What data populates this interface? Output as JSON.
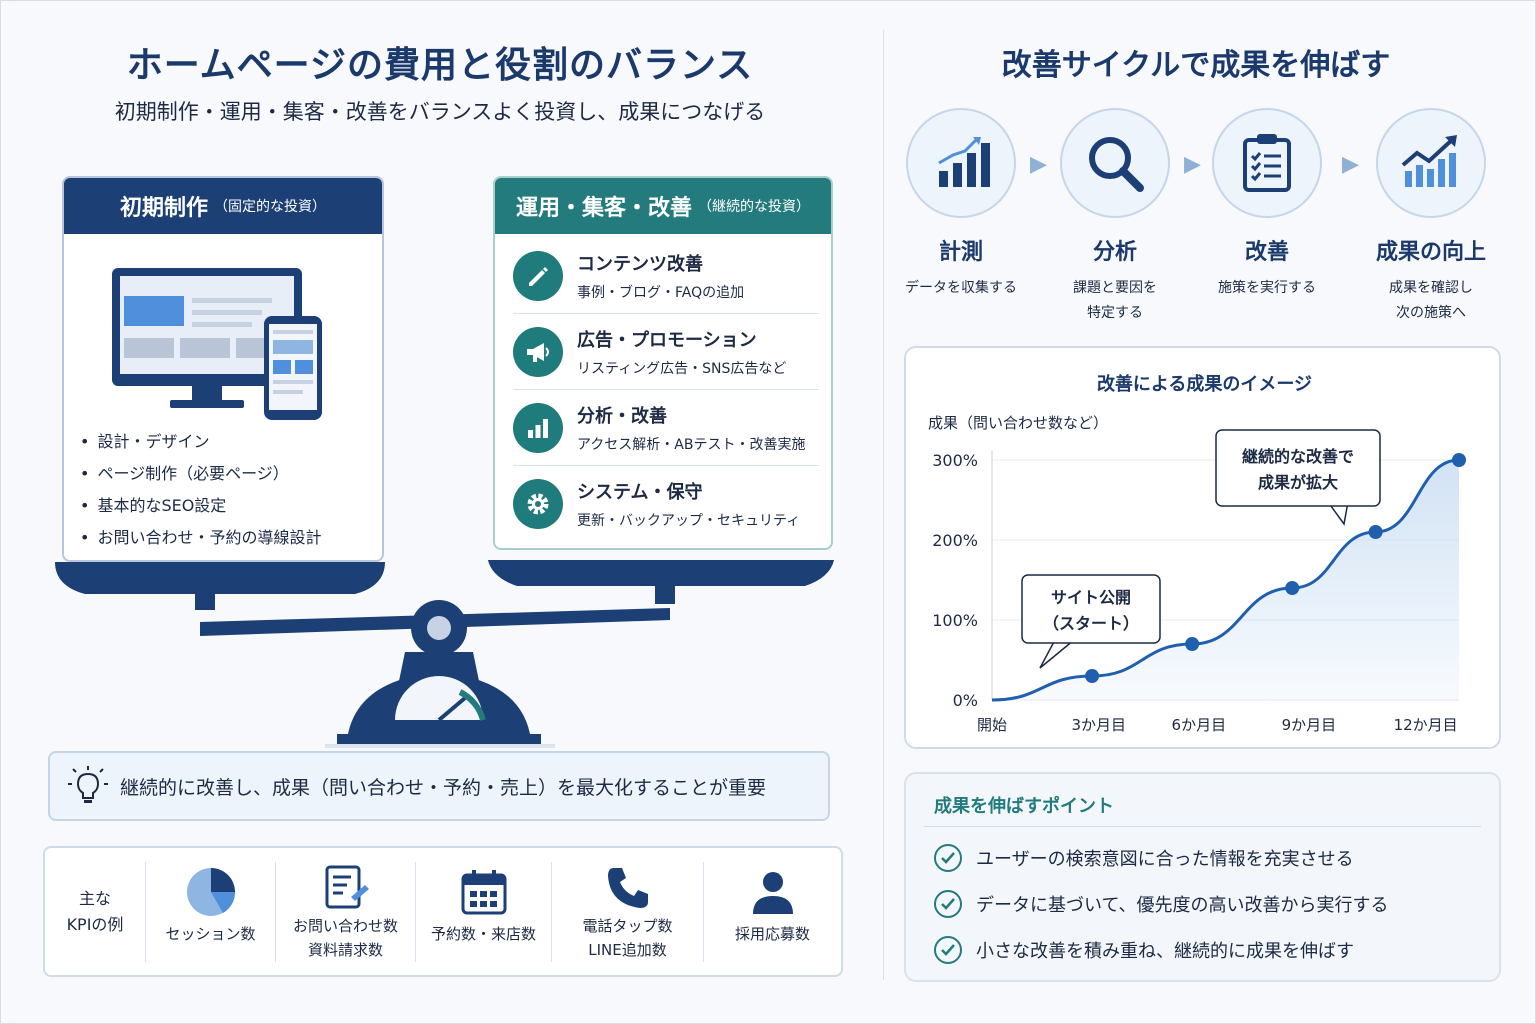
{
  "left": {
    "title": "ホームページの費用と役割のバランス",
    "subtitle": "初期制作・運用・集客・改善をバランスよく投資し、成果につなげる",
    "initial": {
      "head": "初期制作",
      "head_note": "（固定的な投資）",
      "bullets": [
        "設計・デザイン",
        "ページ制作（必要ページ）",
        "基本的なSEO設定",
        "お問い合わせ・予約の導線設計"
      ]
    },
    "ops": {
      "head": "運用・集客・改善",
      "head_note": "（継続的な投資）",
      "items": [
        {
          "title": "コンテンツ改善",
          "desc": "事例・ブログ・FAQの追加",
          "icon": "pencil-icon"
        },
        {
          "title": "広告・プロモーション",
          "desc": "リスティング広告・SNS広告など",
          "icon": "megaphone-icon"
        },
        {
          "title": "分析・改善",
          "desc": "アクセス解析・ABテスト・改善実施",
          "icon": "bar-chart-icon"
        },
        {
          "title": "システム・保守",
          "desc": "更新・バックアップ・セキュリティ",
          "icon": "gear-icon"
        }
      ]
    },
    "tip": "継続的に改善し、成果（問い合わせ・予約・売上）を最大化することが重要",
    "kpi": {
      "label_line1": "主な",
      "label_line2": "KPIの例",
      "items": [
        {
          "line1": "セッション数",
          "line2": "",
          "icon": "pie-chart-icon"
        },
        {
          "line1": "お問い合わせ数",
          "line2": "資料請求数",
          "icon": "form-icon"
        },
        {
          "line1": "予約数・来店数",
          "line2": "",
          "icon": "calendar-icon"
        },
        {
          "line1": "電話タップ数",
          "line2": "LINE追加数",
          "icon": "phone-icon"
        },
        {
          "line1": "採用応募数",
          "line2": "",
          "icon": "person-icon"
        }
      ]
    }
  },
  "right": {
    "title": "改善サイクルで成果を伸ばす",
    "cycle": [
      {
        "name": "計測",
        "desc1": "データを収集する",
        "desc2": "",
        "icon": "bar-chart-icon"
      },
      {
        "name": "分析",
        "desc1": "課題と要因を",
        "desc2": "特定する",
        "icon": "search-icon"
      },
      {
        "name": "改善",
        "desc1": "施策を実行する",
        "desc2": "",
        "icon": "checklist-icon"
      },
      {
        "name": "成果の向上",
        "desc1": "成果を確認し",
        "desc2": "次の施策へ",
        "icon": "growth-chart-icon"
      }
    ],
    "points": {
      "title": "成果を伸ばすポイント",
      "items": [
        "ユーザーの検索意図に合った情報を充実させる",
        "データに基づいて、優先度の高い改善から実行する",
        "小さな改善を積み重ね、継続的に成果を伸ばす"
      ]
    }
  },
  "chart_data": {
    "type": "area",
    "title": "改善による成果のイメージ",
    "ylabel": "成果（問い合わせ数など）",
    "x_ticks": [
      "開始",
      "3か月目",
      "6か月目",
      "9か月目",
      "12か月目"
    ],
    "y_ticks": [
      "0%",
      "100%",
      "200%",
      "300%"
    ],
    "ylim": [
      0,
      300
    ],
    "x": [
      0,
      3,
      6,
      9,
      11.5,
      14
    ],
    "values": [
      0,
      30,
      70,
      140,
      210,
      300
    ],
    "annotations": [
      {
        "line1": "サイト公開",
        "line2": "（スタート）"
      },
      {
        "line1": "継続的な改善で",
        "line2": "成果が拡大"
      }
    ],
    "colors": {
      "line": "#1f5fae",
      "fill": "#cfe1f4"
    }
  },
  "colors": {
    "navy": "#1c3f75",
    "teal": "#237b7e",
    "text": "#1d2a44"
  }
}
